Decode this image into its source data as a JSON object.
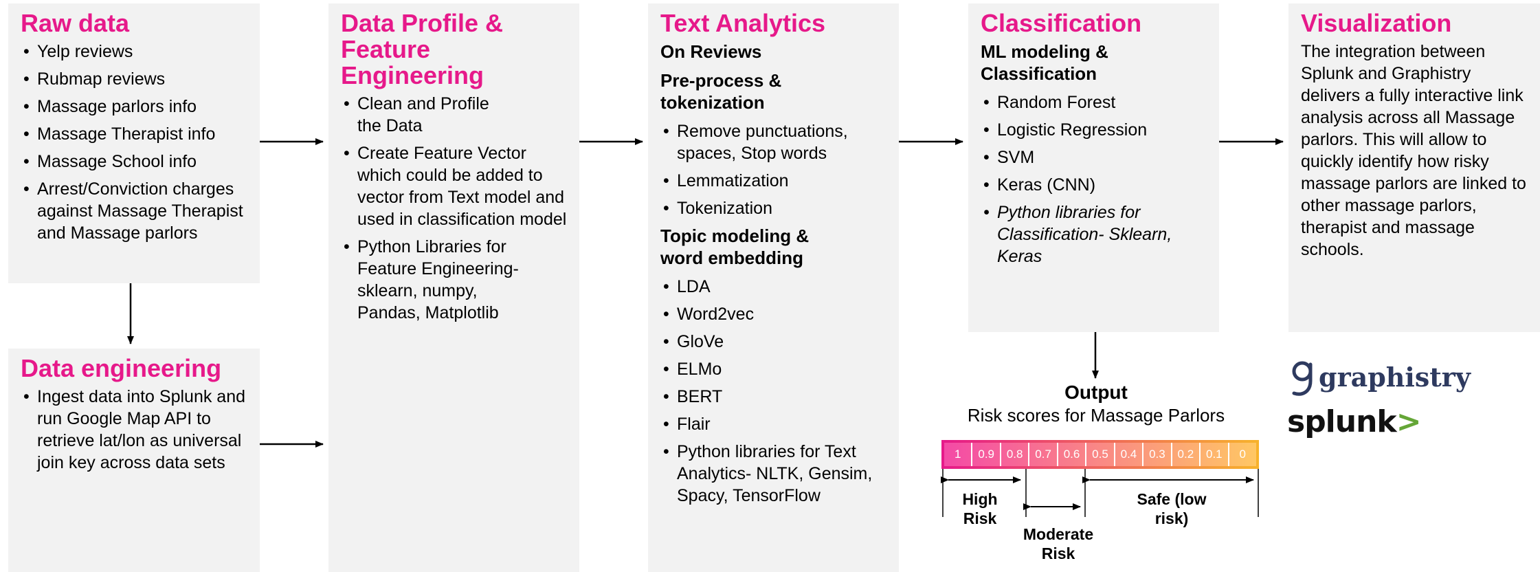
{
  "raw_data": {
    "title": "Raw data",
    "items": [
      "Yelp reviews",
      "Rubmap reviews",
      "Massage parlors info",
      "Massage Therapist info",
      "Massage School info",
      "Arrest/Conviction charges against Massage Therapist and Massage parlors"
    ]
  },
  "data_engineering": {
    "title": "Data engineering",
    "items": [
      "Ingest data into Splunk and run Google Map API to retrieve lat/lon as universal join key across data sets"
    ]
  },
  "data_profile": {
    "title": "Data Profile & Feature Engineering",
    "items": [
      "Clean and Profile the Data",
      "Create Feature Vector which could be added to vector from Text model and used in classification model",
      "Python Libraries for Feature Engineering-sklearn, numpy, Pandas, Matplotlib"
    ]
  },
  "text_analytics": {
    "title": "Text Analytics",
    "subtitle": "On Reviews",
    "preprocess_heading": "Pre-process & tokenization",
    "preprocess_items": [
      "Remove punctuations, spaces,  Stop words",
      "Lemmatization",
      "Tokenization"
    ],
    "topic_heading": "Topic modeling & word embedding",
    "topic_items": [
      "LDA",
      "Word2vec",
      "GloVe",
      "ELMo",
      "BERT",
      "Flair",
      "Python libraries for Text Analytics- NLTK, Gensim, Spacy, TensorFlow"
    ]
  },
  "classification": {
    "title": "Classification",
    "subtitle": "ML modeling & Classification",
    "items": [
      "Random Forest",
      "Logistic Regression",
      "SVM",
      "Keras (CNN)"
    ],
    "italic_item": "Python libraries for Classification- Sklearn, Keras"
  },
  "visualization": {
    "title": "Visualization",
    "text": "The integration between Splunk and Graphistry delivers a fully interactive link analysis across all Massage parlors. This will allow to quickly identify how risky massage parlors are linked to other massage parlors, therapist and massage schools."
  },
  "logos": {
    "graphistry": "graphistry",
    "splunk": "splunk>"
  },
  "output": {
    "title": "Output",
    "subtitle": "Risk scores for Massage Parlors",
    "scale_values": [
      "1",
      "0.9",
      "0.8",
      "0.7",
      "0.6",
      "0.5",
      "0.4",
      "0.3",
      "0.2",
      "0.1",
      "0"
    ],
    "high_risk": "High Risk",
    "moderate_risk": "Moderate Risk",
    "safe": "Safe (low risk)"
  },
  "colors": {
    "accent": "#e6198a",
    "box_bg": "#f2f2f2",
    "scale_start": "#e6198a",
    "scale_end": "#f7b32b"
  }
}
